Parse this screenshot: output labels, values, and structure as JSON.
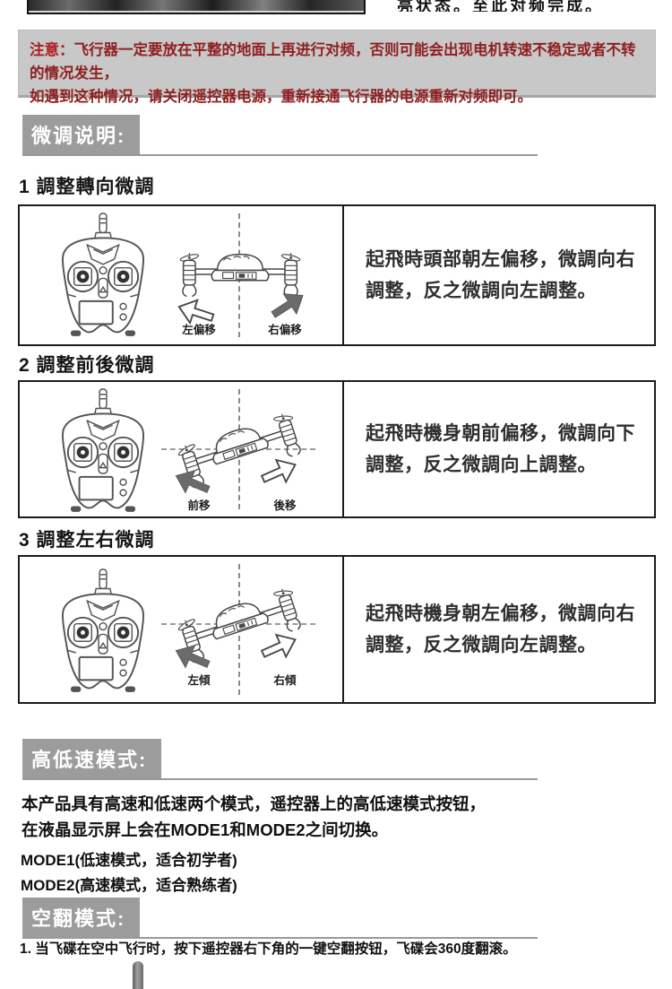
{
  "page": {
    "top_right_text": "亮状态。至此对频完成。"
  },
  "notice": {
    "label": "注意：",
    "text": "飞行器一定要放在平整的地面上再进行对频，否则可能会出现电机转速不稳定或者不转的情况发生，\n如遇到这种情况，请关闭遥控器电源，重新接通飞行器的电源重新对频即可。"
  },
  "trim_section": {
    "header": "微调说明:",
    "items": [
      {
        "heading": "1 調整轉向微調",
        "left_label": "左偏移",
        "right_label": "右偏移",
        "desc": "起飛時頭部朝左偏移，微調向右\n調整，反之微調向左調整。"
      },
      {
        "heading": "2 調整前後微調",
        "left_label": "前移",
        "right_label": "後移",
        "desc": "起飛時機身朝前偏移，微調向下\n調整，反之微調向上調整。"
      },
      {
        "heading": "3 調整左右微調",
        "left_label": "左傾",
        "right_label": "右傾",
        "desc": "起飛時機身朝左偏移，微調向右\n調整，反之微調向左調整。"
      }
    ]
  },
  "speed_section": {
    "header": "高低速模式:",
    "lines": [
      "本产品具有高速和低速两个模式，遥控器上的高低速模式按钮，",
      "在液晶显示屏上会在MODE1和MODE2之间切换。"
    ],
    "mode1": "MODE1(低速模式，适合初学者)",
    "mode2": "MODE2(高速模式，适合熟练者)"
  },
  "flip_section": {
    "header": "空翻模式:",
    "step1": "1. 当飞碟在空中飞行时，按下遥控器右下角的一键空翻按钮，飞碟会360度翻滚。"
  },
  "colors": {
    "notice_background": "#c8c8c8",
    "notice_text": "#8f1f1f",
    "section_header_background": "#9c9c9c",
    "section_header_text": "#ffffff",
    "box_border": "#1c1c1c",
    "arrow_filled": "#6b6b6b"
  }
}
